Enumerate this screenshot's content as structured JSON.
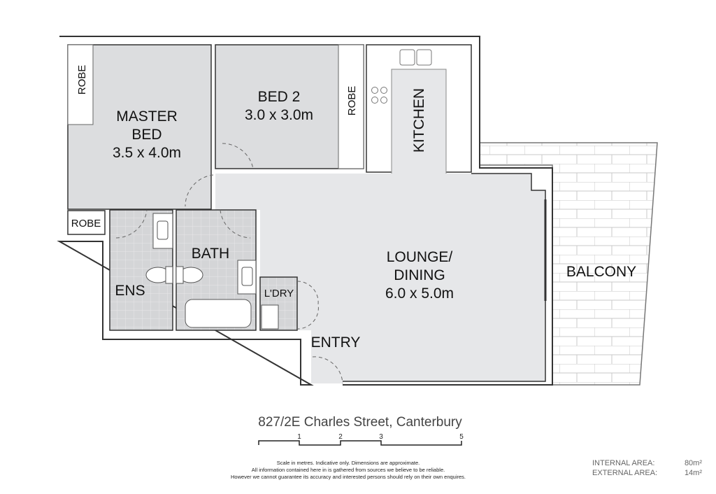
{
  "rooms": {
    "master_bed": {
      "name_line1": "MASTER",
      "name_line2": "BED",
      "size": "3.5 x 4.0m"
    },
    "bed2": {
      "name": "BED 2",
      "size": "3.0 x 3.0m"
    },
    "kitchen": {
      "name": "KITCHEN"
    },
    "lounge": {
      "name_line1": "LOUNGE/",
      "name_line2": "DINING",
      "size": "6.0 x 5.0m"
    },
    "balcony": {
      "name": "BALCONY"
    },
    "bath": {
      "name": "BATH"
    },
    "ens": {
      "name": "ENS"
    },
    "laundry": {
      "name": "L'DRY"
    },
    "entry": {
      "name": "ENTRY"
    },
    "robe_master_top": {
      "name": "ROBE"
    },
    "robe_master_bottom": {
      "name": "ROBE"
    },
    "robe_bed2": {
      "name": "ROBE"
    }
  },
  "address": "827/2E Charles Street, Canterbury",
  "scale_bar": {
    "ticks": [
      "1",
      "2",
      "3",
      "5"
    ]
  },
  "disclaimer": [
    "Scale in metres. Indicative only. Dimensions are approximate.",
    "All information contained here in is gathered from sources we believe to be reliable.",
    "However we cannot guarantee its accuracy and interested persons should rely on their own enquires."
  ],
  "areas": {
    "internal_label": "INTERNAL AREA:",
    "internal_value": "80m²",
    "external_label": "EXTERNAL AREA:",
    "external_value": "14m²"
  },
  "colors": {
    "room": "#dcdddf",
    "lounge": "#e6e7e9",
    "wall": "#333333",
    "tile": "#d6d7d9"
  }
}
